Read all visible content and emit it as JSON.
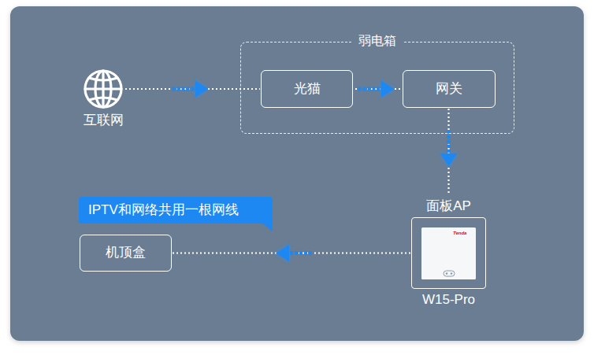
{
  "diagram": {
    "nodes": [
      {
        "text": [
          "互联网"
        ]
      },
      {
        "text": [
          "弱电箱"
        ]
      },
      {
        "text": [
          "光猫"
        ],
        "in": 1
      },
      {
        "text": [
          "网关"
        ],
        "in": 1
      },
      {
        "text": [
          "IPTV和网络共用一根网线"
        ]
      },
      {
        "text": [
          "机顶盒"
        ]
      },
      {
        "text": [
          "面板AP",
          "W15-Pro"
        ]
      }
    ],
    "edges": [
      {
        "from": 0,
        "to": 2,
        "arrow": "to"
      },
      {
        "from": 2,
        "to": 3,
        "arrow": "to"
      },
      {
        "from": 3,
        "to": 6,
        "arrow": "to"
      },
      {
        "from": 6,
        "to": 5,
        "arrow": "to"
      }
    ],
    "labels": [
      "Tenda"
    ]
  }
}
